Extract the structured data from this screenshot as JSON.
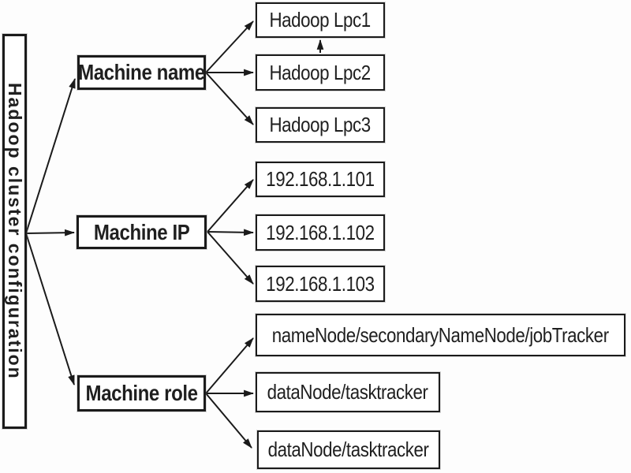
{
  "diagram": {
    "root": {
      "label": "Hadoop cluster configuration"
    },
    "branches": [
      {
        "label": "Machine name",
        "children": [
          {
            "label": "Hadoop Lpc1"
          },
          {
            "label": "Hadoop Lpc2"
          },
          {
            "label": "Hadoop Lpc3"
          }
        ]
      },
      {
        "label": "Machine IP",
        "children": [
          {
            "label": "192.168.1.101"
          },
          {
            "label": "192.168.1.102"
          },
          {
            "label": "192.168.1.103"
          }
        ]
      },
      {
        "label": "Machine role",
        "children": [
          {
            "label": "nameNode/secondaryNameNode/jobTracker"
          },
          {
            "label": "dataNode/tasktracker"
          },
          {
            "label": "dataNode/tasktracker"
          }
        ]
      }
    ],
    "colors": {
      "background": "#ffffff",
      "box_border": "#1b1b1b",
      "arrow": "#1a1a1a",
      "text": "#1f1f1f"
    }
  }
}
